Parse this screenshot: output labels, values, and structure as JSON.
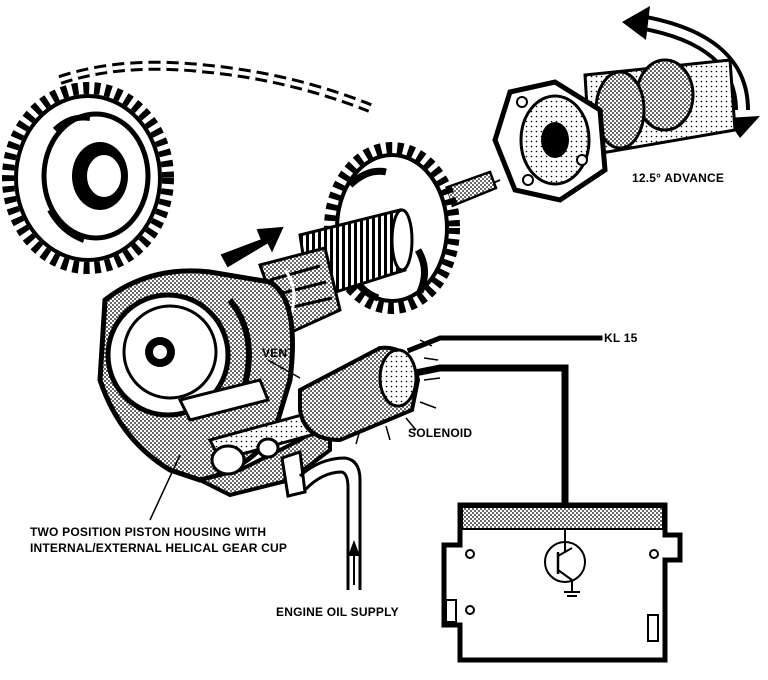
{
  "labels": {
    "advance": "12.5° ADVANCE",
    "kl15": "KL 15",
    "vent": "VENT",
    "solenoid": "SOLENOID",
    "piston_line1": "TWO POSITION PISTON HOUSING WITH",
    "piston_line2": "INTERNAL/EXTERNAL HELICAL GEAR CUP",
    "oil_supply": "ENGINE OIL SUPPLY"
  }
}
